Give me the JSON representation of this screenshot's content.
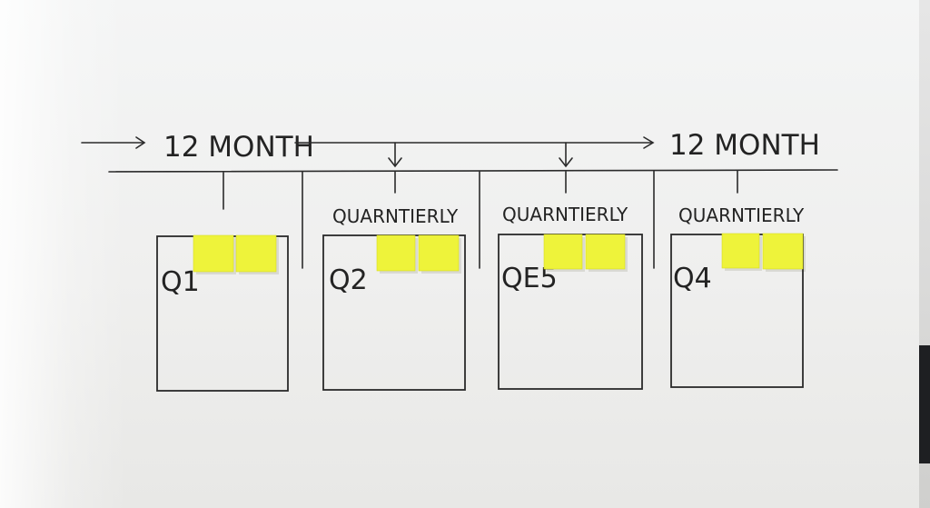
{
  "timeline": {
    "left_label": "12 MONTH",
    "right_label": "12 MONTH"
  },
  "quarters": [
    {
      "label": "Q1",
      "heading": ""
    },
    {
      "label": "Q2",
      "heading": "QUARNTIERLY"
    },
    {
      "label": "QE5",
      "heading": "QUARNTIERLY"
    },
    {
      "label": "Q4",
      "heading": "QUARNTIERLY"
    }
  ],
  "sticky_notes": {
    "color": "#eef33a",
    "per_quarter": 2
  },
  "colors": {
    "ink": "#2b2b2b",
    "board": "#f1f1f0"
  }
}
